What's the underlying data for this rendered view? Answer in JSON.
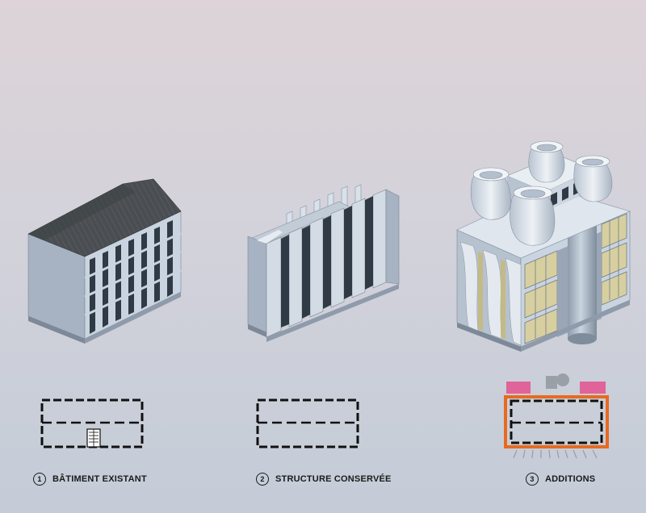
{
  "steps": [
    {
      "number": "1",
      "label": "BÂTIMENT EXISTANT"
    },
    {
      "number": "2",
      "label": "STRUCTURE CONSERVÉE"
    },
    {
      "number": "3",
      "label": "ADDITIONS"
    }
  ],
  "colors": {
    "background_top": "#ddd3d8",
    "background_bottom": "#c4ccd8",
    "building_face_light": "#c9d4e0",
    "building_face_shade": "#a7b3c2",
    "roof": "#4a4e52",
    "window": "#2f3a45",
    "glazing_warm": "#d8cfa0",
    "plan_walls": "#111111",
    "addition_outline": "#e86a1e",
    "addition_blocks": "#e0639a"
  }
}
